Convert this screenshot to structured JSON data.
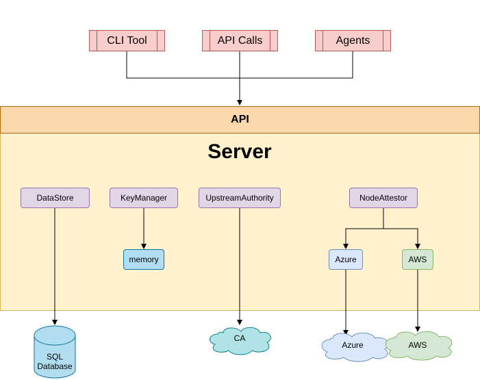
{
  "clients": [
    {
      "id": "cli",
      "label": "CLI Tool"
    },
    {
      "id": "api-calls",
      "label": "API Calls"
    },
    {
      "id": "agents",
      "label": "Agents"
    }
  ],
  "api": {
    "label": "API"
  },
  "server": {
    "title": "Server"
  },
  "components": [
    {
      "id": "datastore",
      "label": "DataStore"
    },
    {
      "id": "keymanager",
      "label": "KeyManager"
    },
    {
      "id": "upstream",
      "label": "UpstreamAuthority"
    },
    {
      "id": "nodeattestor",
      "label": "NodeAttestor"
    }
  ],
  "plugins": {
    "memory": "memory",
    "azure": "Azure",
    "aws": "AWS"
  },
  "external": {
    "database_line1": "SQL",
    "database_line2": "Database",
    "ca": "CA",
    "azure_cloud": "Azure",
    "aws_cloud": "AWS"
  },
  "colors": {
    "client_fill": "#f8cecc",
    "api_fill": "#fad7ac",
    "server_fill": "#fff2cc",
    "component_fill": "#e1d5e7",
    "memory_fill": "#b1ddf0",
    "azure_fill": "#dae8fc",
    "aws_fill": "#d5e8d4",
    "ca_fill": "#b0e3e6"
  }
}
